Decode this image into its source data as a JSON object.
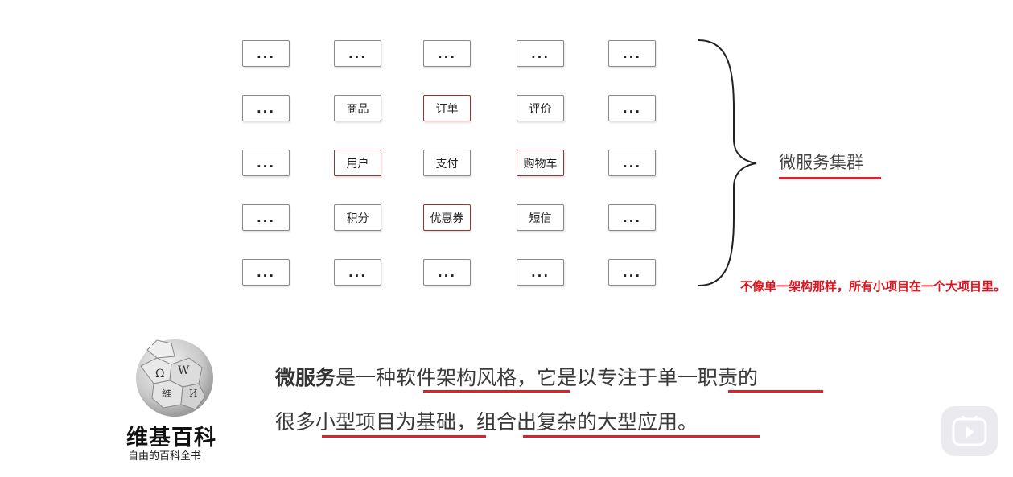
{
  "grid": {
    "rows": [
      [
        "...",
        "...",
        "...",
        "...",
        "..."
      ],
      [
        "...",
        "商品",
        "订单",
        "评价",
        "..."
      ],
      [
        "...",
        "用户",
        "支付",
        "购物车",
        "..."
      ],
      [
        "...",
        "积分",
        "优惠券",
        "短信",
        "..."
      ],
      [
        "...",
        "...",
        "...",
        "...",
        "..."
      ]
    ]
  },
  "cluster_label": "微服务集群",
  "note": "不像单一架构那样，所有小项目在一个大项目里。",
  "wiki": {
    "name": "维基百科",
    "tagline": "自由的百科全书"
  },
  "definition": {
    "term": "微服务",
    "line1_rest": "是一种软件架构风格，它是以专注于单一职责的",
    "line2": "很多小型项目为基础，组合出复杂的大型应用。"
  },
  "colors": {
    "accent_red": "#e0202a",
    "highlight_border": "#8b3a3a"
  }
}
